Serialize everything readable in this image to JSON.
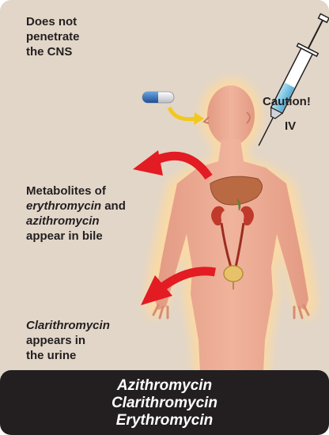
{
  "labels": {
    "cns_line1": "Does not",
    "cns_line2": "penetrate",
    "cns_line3": "the CNS",
    "caution": "Caution!",
    "iv": "IV",
    "bile_line1": "Metabolites of",
    "bile_drug1": "erythromycin",
    "bile_and": " and",
    "bile_drug2": "azithromycin",
    "bile_line3": "appear in bile",
    "urine_drug": "Clarithromycin",
    "urine_line2": "appears in",
    "urine_line3": "the urine"
  },
  "drugs": [
    "Azithromycin",
    "Clarithromycin",
    "Erythromycin"
  ],
  "colors": {
    "background": "#e2d6c8",
    "body_skin": "#e8a58e",
    "body_glow": "#f9d9a6",
    "arrow_red": "#e31b23",
    "footer": "#231f20",
    "liver": "#b96a43",
    "kidney": "#c0392b",
    "bladder": "#e7c26a",
    "syringe_fluid": "#7ec8e3",
    "capsule_blue": "#2e6db4",
    "oral_arrow": "#f2c81f"
  },
  "icons": [
    "capsule-icon",
    "syringe-icon",
    "oral-route-arrow-icon",
    "bile-arrow-icon",
    "urine-arrow-icon"
  ]
}
